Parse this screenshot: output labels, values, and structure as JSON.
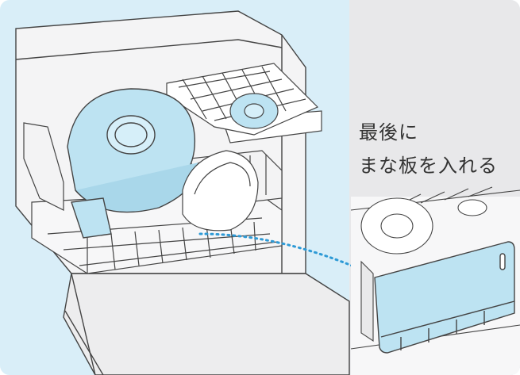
{
  "caption": {
    "line1": "最後に",
    "line2": "まな板を入れる"
  },
  "colors": {
    "background_blue": "#d9eef8",
    "panel_gray": "#e8e8ea",
    "item_light_blue": "#bde3f2",
    "outline": "#444444",
    "dotted_line": "#2e9ad6"
  },
  "icons": [
    "dishwasher-illustration",
    "pot-illustration",
    "plate-illustration",
    "cutting-board-illustration",
    "dotted-arrow-line"
  ]
}
